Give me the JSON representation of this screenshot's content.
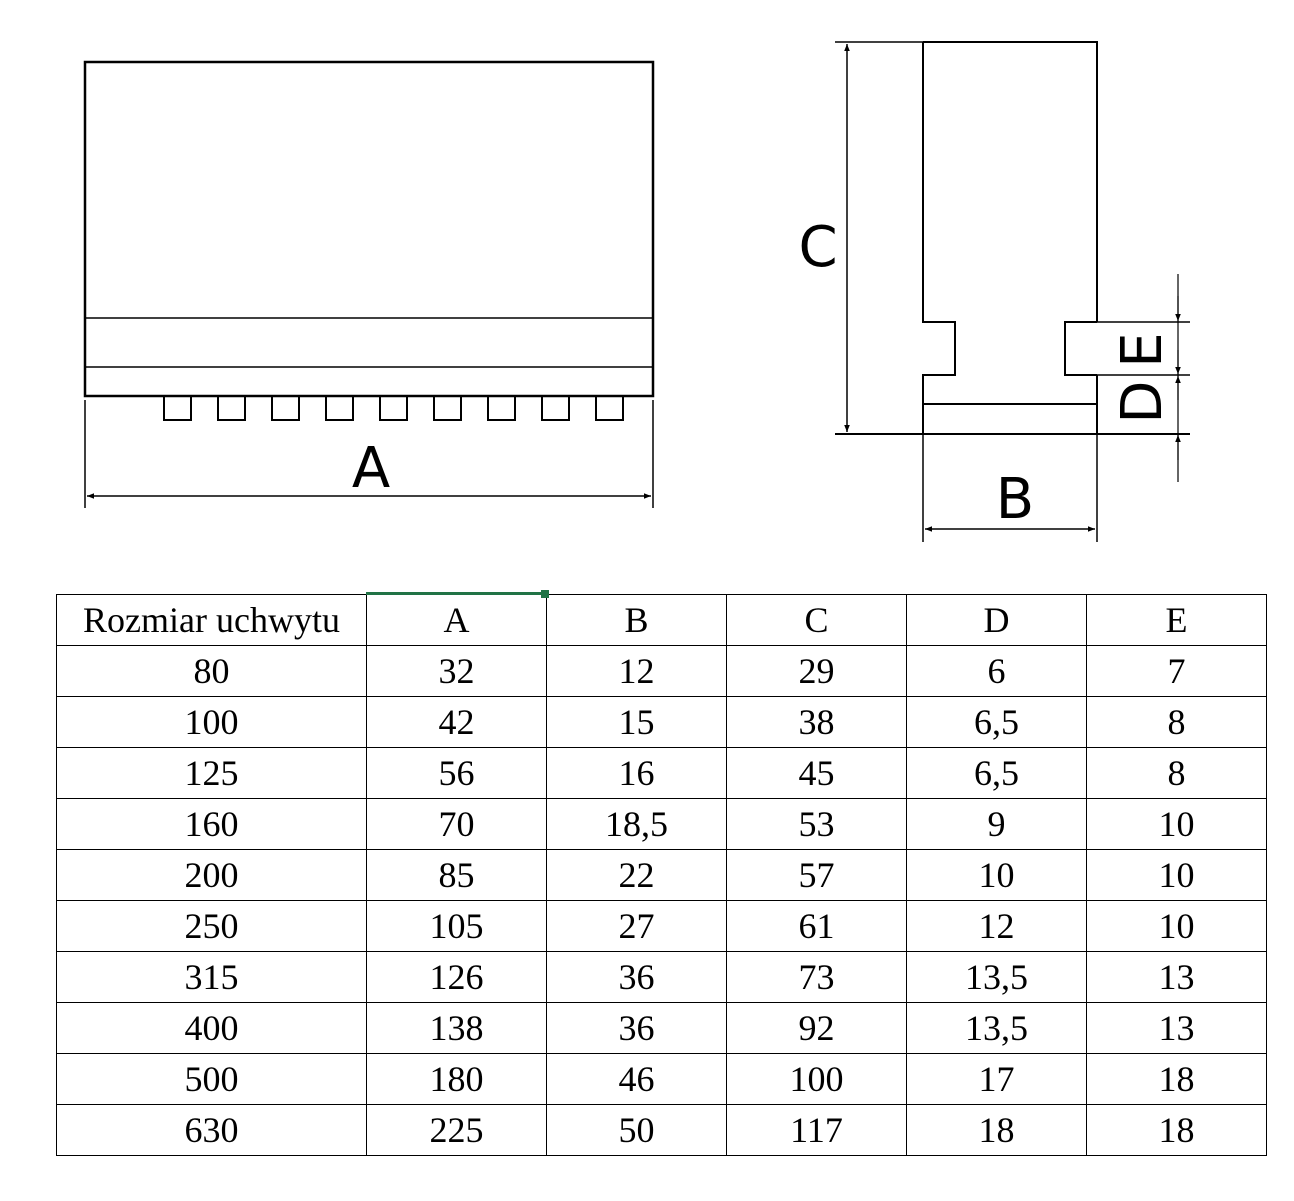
{
  "drawing": {
    "front_view": {
      "dimension_label": "A"
    },
    "side_view": {
      "dimension_labels": {
        "height": "C",
        "width": "B",
        "tenon_offset": "D",
        "tenon_height": "E"
      }
    }
  },
  "table": {
    "headers": [
      "Rozmiar uchwytu",
      "A",
      "B",
      "C",
      "D",
      "E"
    ],
    "rows": [
      [
        "80",
        "32",
        "12",
        "29",
        "6",
        "7"
      ],
      [
        "100",
        "42",
        "15",
        "38",
        "6,5",
        "8"
      ],
      [
        "125",
        "56",
        "16",
        "45",
        "6,5",
        "8"
      ],
      [
        "160",
        "70",
        "18,5",
        "53",
        "9",
        "10"
      ],
      [
        "200",
        "85",
        "22",
        "57",
        "10",
        "10"
      ],
      [
        "250",
        "105",
        "27",
        "61",
        "12",
        "10"
      ],
      [
        "315",
        "126",
        "36",
        "73",
        "13,5",
        "13"
      ],
      [
        "400",
        "138",
        "36",
        "92",
        "13,5",
        "13"
      ],
      [
        "500",
        "180",
        "46",
        "100",
        "17",
        "18"
      ],
      [
        "630",
        "225",
        "50",
        "117",
        "18",
        "18"
      ]
    ],
    "selected_cell": "A",
    "selection_color": "#217346"
  }
}
